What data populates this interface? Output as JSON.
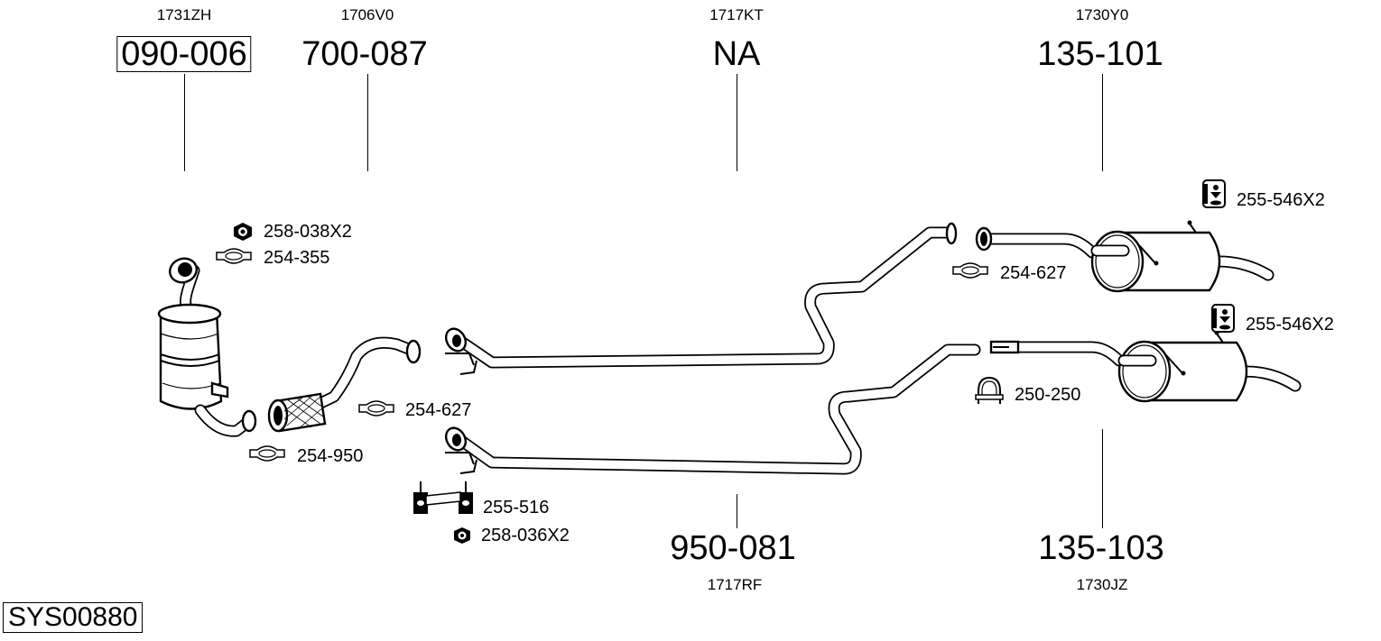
{
  "system_id": "SYS00880",
  "top_parts": [
    {
      "ref": "1731ZH",
      "part": "090-006",
      "boxed": true
    },
    {
      "ref": "1706V0",
      "part": "700-087",
      "boxed": false
    },
    {
      "ref": "1717KT",
      "part": "NA",
      "boxed": false
    },
    {
      "ref": "1730Y0",
      "part": "135-101",
      "boxed": false
    }
  ],
  "bottom_parts": [
    {
      "ref": "1717RF",
      "part": "950-081"
    },
    {
      "ref": "1730JZ",
      "part": "135-103"
    }
  ],
  "accessories": [
    {
      "label": "258-038X2",
      "icon": "nut-icon"
    },
    {
      "label": "254-355",
      "icon": "clamp-icon"
    },
    {
      "label": "254-950",
      "icon": "clamp-icon"
    },
    {
      "label": "254-627",
      "icon": "clamp-icon"
    },
    {
      "label": "255-516",
      "icon": "rubber-mount-bracket-icon"
    },
    {
      "label": "258-036X2",
      "icon": "nut-icon"
    },
    {
      "label": "255-546X2",
      "icon": "rubber-hanger-icon"
    },
    {
      "label": "254-627",
      "icon": "clamp-icon"
    },
    {
      "label": "255-546X2",
      "icon": "rubber-hanger-icon"
    },
    {
      "label": "250-250",
      "icon": "u-clamp-icon"
    }
  ]
}
